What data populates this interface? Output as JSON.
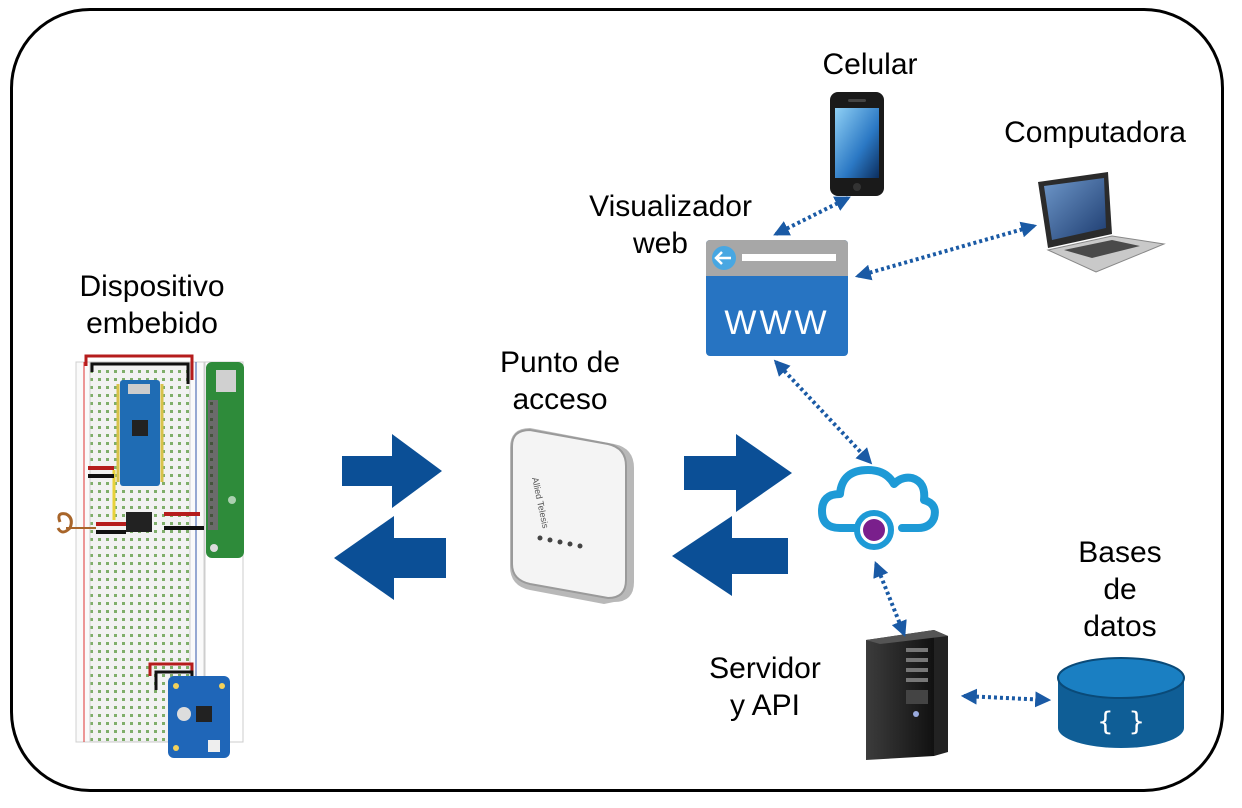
{
  "nodes": {
    "embedded": {
      "line1": "Dispositivo",
      "line2": "embebido"
    },
    "access_point": {
      "line1": "Punto de",
      "line2": "acceso",
      "brand": "Allied Telesis"
    },
    "web": {
      "line1": "Visualizador",
      "line2": "web",
      "url_text": "WWW"
    },
    "phone": {
      "label": "Celular"
    },
    "computer": {
      "label": "Computadora"
    },
    "server": {
      "line1": "Servidor",
      "line2": "y API"
    },
    "database": {
      "line1": "Bases",
      "line2": "de",
      "line3": "datos",
      "symbol": "{ }"
    }
  },
  "colors": {
    "arrow": "#0b4f96",
    "link": "#1a5aa5",
    "browser": "#2774c2",
    "cloud": "#1e9ad6",
    "cloud_dot": "#7a1f8c",
    "database": "#0f5e96"
  }
}
